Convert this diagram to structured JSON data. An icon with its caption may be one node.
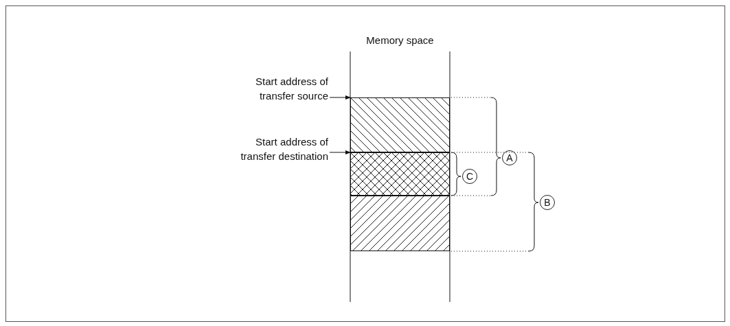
{
  "diagram": {
    "nodes": [
      {
        "text": [
          "Memory space"
        ]
      },
      {
        "text": [],
        "shape": "box",
        "in": 0
      },
      {
        "text": [],
        "shape": "box",
        "in": 0
      },
      {
        "text": [],
        "shape": "box",
        "in": 0
      },
      {
        "text": [
          "Start address of transfer source"
        ]
      },
      {
        "text": [
          "Start address of transfer destination"
        ]
      }
    ],
    "edges": [
      {
        "from": 4,
        "to": 1,
        "arrow": "to"
      },
      {
        "from": 5,
        "to": 2,
        "arrow": "to"
      }
    ],
    "labels": [
      "A",
      "C",
      "B"
    ]
  }
}
